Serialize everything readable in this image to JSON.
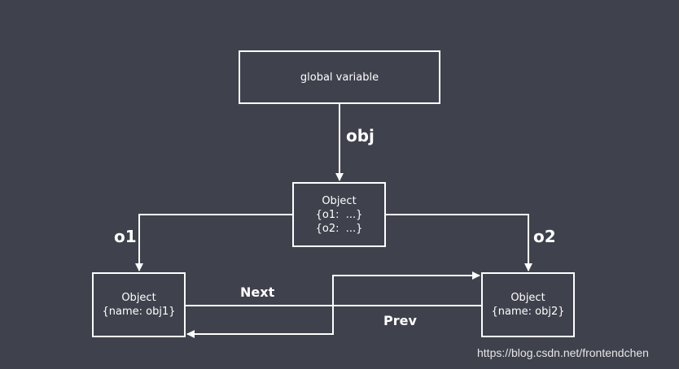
{
  "diagram": {
    "nodes": {
      "global": {
        "lines": [
          "global variable"
        ]
      },
      "root": {
        "lines": [
          "Object",
          "{o1:  ...}",
          "{o2:  ...}"
        ]
      },
      "obj1": {
        "lines": [
          "Object",
          "{name: obj1}"
        ]
      },
      "obj2": {
        "lines": [
          "Object",
          "{name: obj2}"
        ]
      }
    },
    "edges": [
      {
        "from": "global",
        "to": "root",
        "label": "obj"
      },
      {
        "from": "root",
        "to": "obj1",
        "label": "o1"
      },
      {
        "from": "root",
        "to": "obj2",
        "label": "o2"
      },
      {
        "from": "obj1",
        "to": "obj2",
        "label": "Next"
      },
      {
        "from": "obj2",
        "to": "obj1",
        "label": "Prev"
      }
    ],
    "colors": {
      "background": "#3f414c",
      "stroke": "#ffffff",
      "text": "#ffffff"
    }
  },
  "watermark": "https://blog.csdn.net/frontendchen"
}
